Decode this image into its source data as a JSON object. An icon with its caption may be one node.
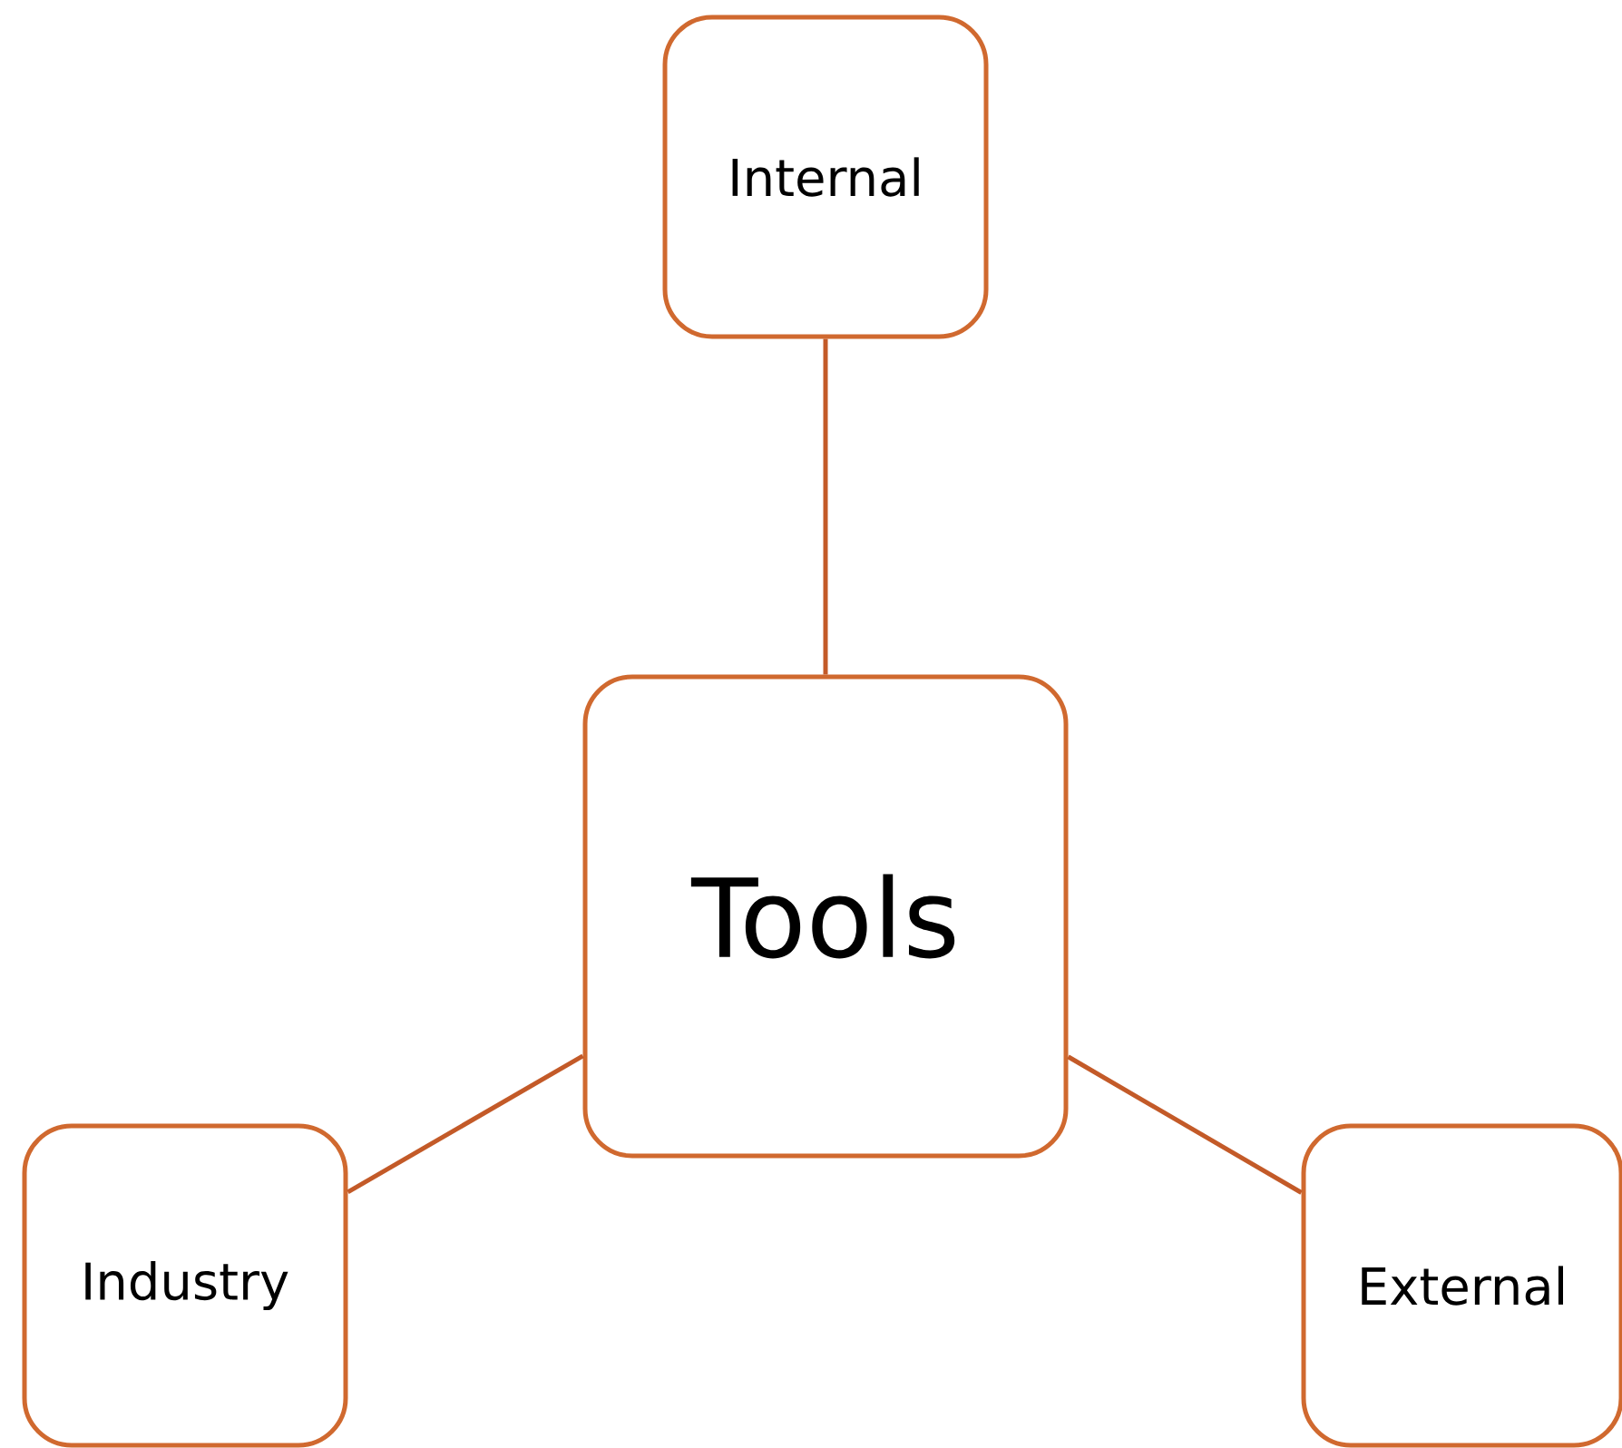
{
  "diagram": {
    "nodes": [
      {
        "text": [
          "Tools"
        ]
      },
      {
        "text": [
          "Internal"
        ]
      },
      {
        "text": [
          "Industry"
        ]
      },
      {
        "text": [
          "External"
        ]
      }
    ],
    "edges": [
      {
        "from": 0,
        "to": 1,
        "arrow": "none"
      },
      {
        "from": 0,
        "to": 2,
        "arrow": "none"
      },
      {
        "from": 0,
        "to": 3,
        "arrow": "none"
      }
    ]
  }
}
